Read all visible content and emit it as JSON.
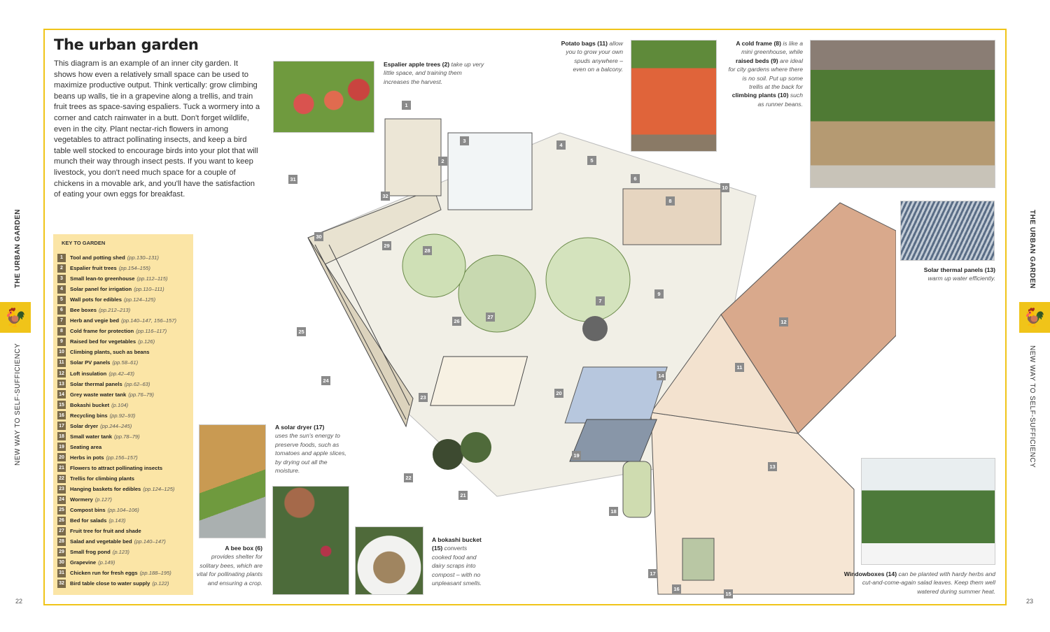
{
  "page": {
    "title": "The urban garden",
    "spine_left_bold": "THE URBAN GARDEN",
    "spine_left": "NEW WAY TO SELF-SUFFICIENCY",
    "spine_right_bold": "THE URBAN GARDEN",
    "spine_right": "NEW WAY TO SELF-SUFFICIENCY",
    "page_left": "22",
    "page_right": "23",
    "accent": "#f0c419",
    "spine_icon": "rooster-icon"
  },
  "intro": "This diagram is an example of an inner city garden. It shows how even a relatively small space can be used to maximize productive output. Think vertically: grow climbing beans up walls, tie in a grapevine along a trellis, and train fruit trees as space-saving espaliers. Tuck a wormery into a corner and catch rainwater in a butt. Don't forget wildlife, even in the city. Plant nectar-rich flowers in among vegetables to attract pollinating insects, and keep a bird table well stocked to encourage birds into your plot that will munch their way through insect pests. If you want to keep livestock, you don't need much space for a couple of chickens in a movable ark, and you'll have the satisfaction of eating your own eggs for breakfast.",
  "key": {
    "title": "KEY TO GARDEN",
    "items": [
      {
        "n": "1",
        "label": "Tool and potting shed",
        "ref": "(pp.130–131)"
      },
      {
        "n": "2",
        "label": "Espalier fruit trees",
        "ref": "(pp.154–155)"
      },
      {
        "n": "3",
        "label": "Small lean-to greenhouse",
        "ref": "(pp.112–115)"
      },
      {
        "n": "4",
        "label": "Solar panel for irrigation",
        "ref": "(pp.110–111)"
      },
      {
        "n": "5",
        "label": "Wall pots for edibles",
        "ref": "(pp.124–125)"
      },
      {
        "n": "6",
        "label": "Bee boxes",
        "ref": "(pp.212–213)"
      },
      {
        "n": "7",
        "label": "Herb and vegie bed",
        "ref": "(pp.140–147, 156–157)"
      },
      {
        "n": "8",
        "label": "Cold frame for protection",
        "ref": "(pp.116–117)"
      },
      {
        "n": "9",
        "label": "Raised bed for vegetables",
        "ref": "(p.126)"
      },
      {
        "n": "10",
        "label": "Climbing plants, such as beans",
        "ref": ""
      },
      {
        "n": "11",
        "label": "Solar PV panels",
        "ref": "(pp.58–61)"
      },
      {
        "n": "12",
        "label": "Loft insulation",
        "ref": "(pp.42–43)"
      },
      {
        "n": "13",
        "label": "Solar thermal panels",
        "ref": "(pp.62–63)"
      },
      {
        "n": "14",
        "label": "Grey waste water tank",
        "ref": "(pp.76–79)"
      },
      {
        "n": "15",
        "label": "Bokashi bucket",
        "ref": "(p.104)"
      },
      {
        "n": "16",
        "label": "Recycling bins",
        "ref": "(pp.92–93)"
      },
      {
        "n": "17",
        "label": "Solar dryer",
        "ref": "(pp.244–245)"
      },
      {
        "n": "18",
        "label": "Small water tank",
        "ref": "(pp.78–79)"
      },
      {
        "n": "19",
        "label": "Seating area",
        "ref": ""
      },
      {
        "n": "20",
        "label": "Herbs in pots",
        "ref": "(pp.156–157)"
      },
      {
        "n": "21",
        "label": "Flowers to attract pollinating insects",
        "ref": ""
      },
      {
        "n": "22",
        "label": "Trellis for climbing plants",
        "ref": ""
      },
      {
        "n": "23",
        "label": "Hanging baskets for edibles",
        "ref": "(pp.124–125)"
      },
      {
        "n": "24",
        "label": "Wormery",
        "ref": "(p.127)"
      },
      {
        "n": "25",
        "label": "Compost bins",
        "ref": "(pp.104–106)"
      },
      {
        "n": "26",
        "label": "Bed for salads",
        "ref": "(p.143)"
      },
      {
        "n": "27",
        "label": "Fruit tree for fruit and shade",
        "ref": ""
      },
      {
        "n": "28",
        "label": "Salad and vegetable bed",
        "ref": "(pp.140–147)"
      },
      {
        "n": "29",
        "label": "Small frog pond",
        "ref": "(p.123)"
      },
      {
        "n": "30",
        "label": "Grapevine",
        "ref": "(p.149)"
      },
      {
        "n": "31",
        "label": "Chicken run for fresh eggs",
        "ref": "(pp.188–195)"
      },
      {
        "n": "32",
        "label": "Bird table close to water supply",
        "ref": "(p.122)"
      }
    ]
  },
  "captions": {
    "espalier": {
      "bold": "Espalier apple trees (2)",
      "text": " take up very little space, and training them increases the harvest."
    },
    "potato": {
      "bold": "Potato bags (11)",
      "text": " allow you to grow your own spuds anywhere – even on a balcony."
    },
    "coldframe": {
      "bold1": "A cold frame (8)",
      "t1": " is like a mini greenhouse, while ",
      "bold2": "raised beds (9)",
      "t2": " are ideal for city gardens where there is no soil. Put up some trellis at the back for ",
      "bold3": "climbing plants (10)",
      "t3": " such as runner beans."
    },
    "solarthermal": {
      "bold": "Solar thermal panels (13)",
      "text": " warm up water efficiently."
    },
    "solardryer": {
      "bold": "A solar dryer (17)",
      "text": " uses the sun's energy to preserve foods, such as tomatoes and apple slices, by drying out all the moisture."
    },
    "beebox": {
      "bold": "A bee box (6)",
      "text": " provides shelter for solitary bees, which are vital for pollinating plants and ensuring a crop."
    },
    "bokashi": {
      "bold": "A bokashi bucket (15)",
      "text": " converts cooked food and dairy scraps into compost – with no unpleasant smells."
    },
    "windowboxes": {
      "bold": "Windowboxes (14)",
      "text": " can be planted with hardy herbs and cut-and-come-again salad leaves. Keep them well watered during summer heat."
    }
  },
  "markers": [
    "1",
    "2",
    "3",
    "4",
    "5",
    "6",
    "7",
    "8",
    "9",
    "10",
    "11",
    "12",
    "13",
    "14",
    "15",
    "16",
    "17",
    "18",
    "19",
    "20",
    "21",
    "22",
    "23",
    "24",
    "25",
    "26",
    "27",
    "28",
    "29",
    "30",
    "31",
    "32"
  ]
}
